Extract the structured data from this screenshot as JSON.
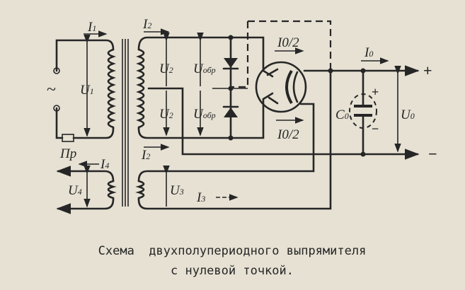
{
  "diagram": {
    "labels": {
      "i1": "I",
      "i1_sub": "1",
      "i2_top": "I",
      "i2_top_sub": "2",
      "i2_low": "I",
      "i2_low_sub": "2",
      "i3": "I",
      "i3_sub": "3",
      "i4": "I",
      "i4_sub": "4",
      "i0_top": "I",
      "i0_top_rest": "0/2",
      "i0_bot": "I",
      "i0_bot_rest": "0/2",
      "i0_out": "I",
      "i0_out_sub": "0",
      "u1": "U",
      "u1_sub": "1",
      "u2a": "U",
      "u2a_sub": "2",
      "u2b": "U",
      "u2b_sub": "2",
      "uobr_a": "U",
      "uobr_a_sub": "обр",
      "uobr_b": "U",
      "uobr_b_sub": "обр",
      "u3": "U",
      "u3_sub": "3",
      "u4": "U",
      "u4_sub": "4",
      "u0": "U",
      "u0_sub": "0",
      "c0": "C",
      "c0_sub": "0",
      "fuse": "Пр",
      "ac": "~",
      "plus_out": "+",
      "minus_out": "−",
      "cap_plus": "+",
      "cap_minus": "−"
    },
    "caption": {
      "line1": "Схема  двухполупериодного выпрямителя",
      "line2": "с нулевой точкой."
    }
  }
}
